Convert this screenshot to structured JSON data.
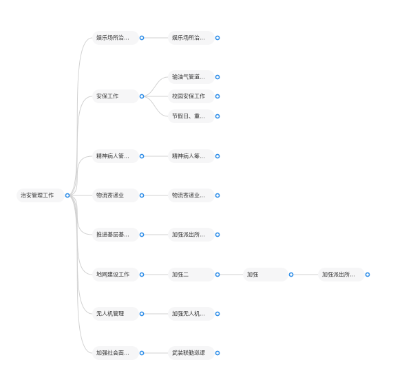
{
  "mindmap": {
    "root": {
      "label": "治安管理工作",
      "children": [
        {
          "label": "娱乐场所治...",
          "children": [
            {
              "label": "娱乐场所治..."
            }
          ]
        },
        {
          "label": "安保工作",
          "children": [
            {
              "label": "输油气管道..."
            },
            {
              "label": "校园安保工作"
            },
            {
              "label": "节假日、重..."
            }
          ]
        },
        {
          "label": "精神病人管...",
          "children": [
            {
              "label": "精神病人筹..."
            }
          ]
        },
        {
          "label": "物流寄递业",
          "children": [
            {
              "label": "物流寄递业..."
            }
          ]
        },
        {
          "label": "推进基层基...",
          "children": [
            {
              "label": "加强派出所..."
            }
          ]
        },
        {
          "label": "地网建设工作",
          "children": [
            {
              "label": "加强二",
              "children": [
                {
                  "label": "加强",
                  "children": [
                    {
                      "label": "加强派出所..."
                    }
                  ]
                }
              ]
            }
          ]
        },
        {
          "label": "无人机管理",
          "children": [
            {
              "label": "加强无人机..."
            }
          ]
        },
        {
          "label": "加强社会面...",
          "children": [
            {
              "label": "武装联勤巡逻"
            }
          ]
        }
      ]
    }
  }
}
